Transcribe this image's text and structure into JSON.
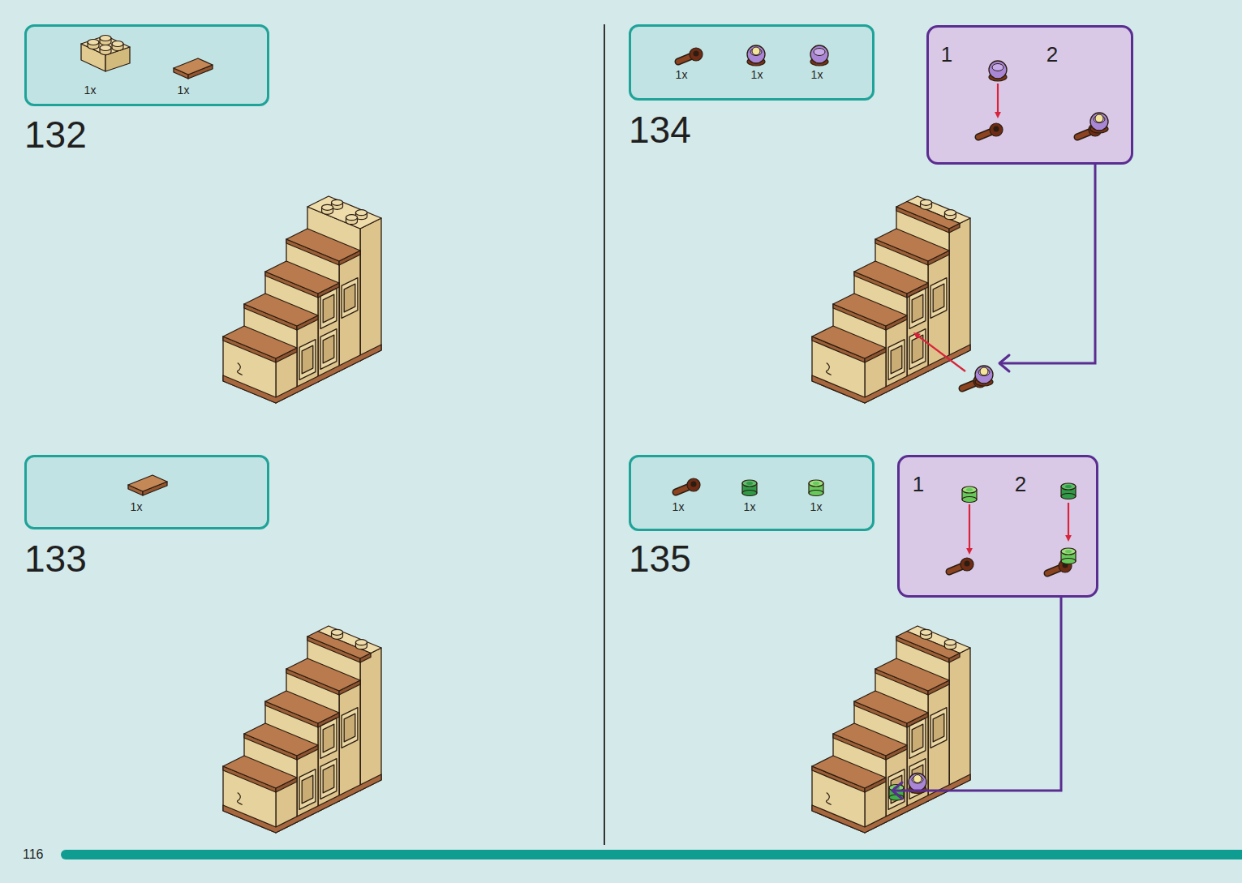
{
  "diagram": {
    "nodes": [
      {
        "text": [
          "1x",
          "1x"
        ]
      },
      {
        "text": [
          "1x"
        ]
      },
      {
        "text": [
          "1x",
          "1x",
          "1x"
        ]
      },
      {
        "text": [
          "1",
          "2"
        ]
      },
      {
        "text": [
          "1x",
          "1x",
          "1x"
        ]
      },
      {
        "text": [
          "1",
          "2"
        ]
      }
    ],
    "labels": [
      "132",
      "133",
      "134",
      "135",
      "116"
    ]
  }
}
